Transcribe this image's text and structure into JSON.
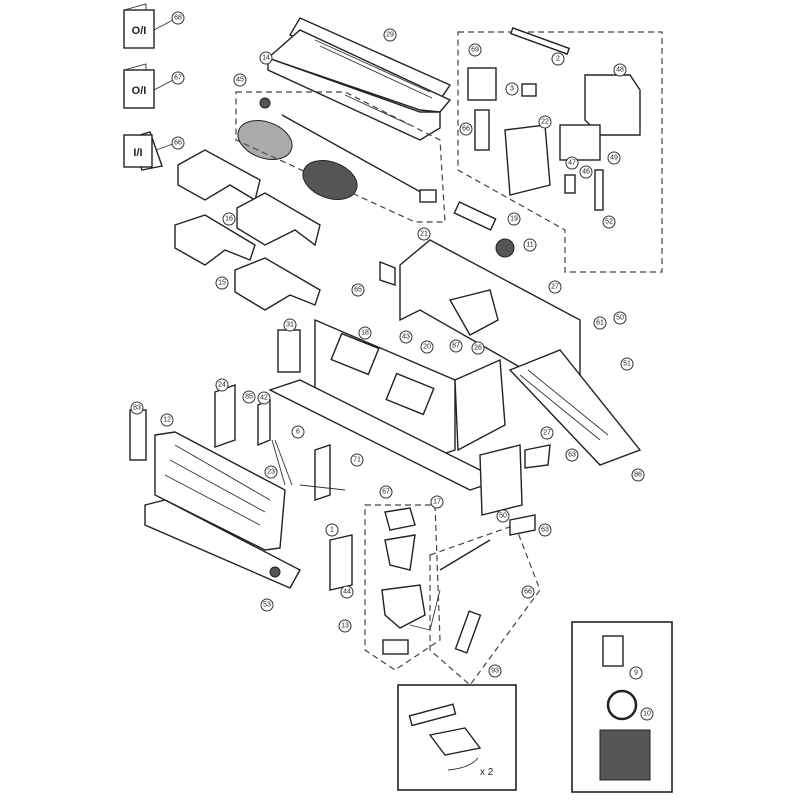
{
  "manuals": [
    {
      "text": "O/I",
      "callout": "68"
    },
    {
      "text": "O/I",
      "callout": "67"
    },
    {
      "text": "I/I",
      "callout": "66"
    }
  ],
  "callouts": [
    "29",
    "14",
    "45",
    "16",
    "15",
    "21",
    "19",
    "11",
    "69",
    "2",
    "3",
    "22",
    "66",
    "48",
    "47",
    "46",
    "49",
    "52",
    "65",
    "27",
    "61",
    "50",
    "51",
    "31",
    "18",
    "43",
    "20",
    "87",
    "26",
    "83",
    "12",
    "24",
    "85",
    "42",
    "6",
    "23",
    "71",
    "67",
    "17",
    "1",
    "44",
    "53",
    "27",
    "63",
    "86",
    "50",
    "63",
    "66",
    "13",
    "93",
    "9",
    "10"
  ],
  "accessory_qty": "x 2",
  "colors": {
    "line": "#222222",
    "background": "#ffffff"
  }
}
